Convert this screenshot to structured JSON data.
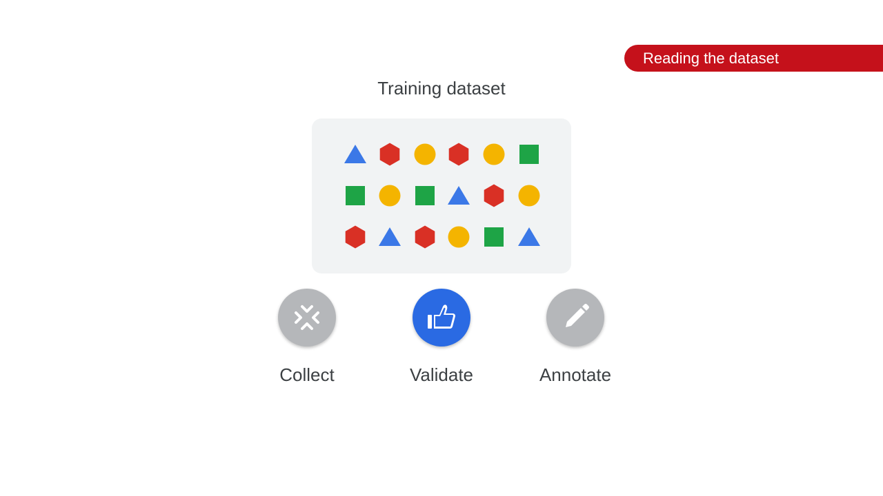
{
  "banner": {
    "label": "Reading the dataset"
  },
  "dataset": {
    "title": "Training dataset",
    "grid": [
      [
        "triangle",
        "hexagon",
        "circle",
        "hexagon",
        "circle",
        "square"
      ],
      [
        "square",
        "circle",
        "square",
        "triangle",
        "hexagon",
        "circle"
      ],
      [
        "hexagon",
        "triangle",
        "hexagon",
        "circle",
        "square",
        "triangle"
      ]
    ]
  },
  "steps": [
    {
      "label": "Collect",
      "icon": "collapse-arrows-icon",
      "state": "inactive"
    },
    {
      "label": "Validate",
      "icon": "thumbs-up-icon",
      "state": "active"
    },
    {
      "label": "Annotate",
      "icon": "pencil-icon",
      "state": "inactive"
    }
  ],
  "colors": {
    "banner": "#c5111b",
    "triangle": "#3b78e7",
    "hexagon": "#d93025",
    "circle": "#f4b400",
    "square": "#1ea446",
    "active": "#2a6ae3",
    "inactive": "#b5b7ba",
    "panel": "#f1f3f4"
  }
}
